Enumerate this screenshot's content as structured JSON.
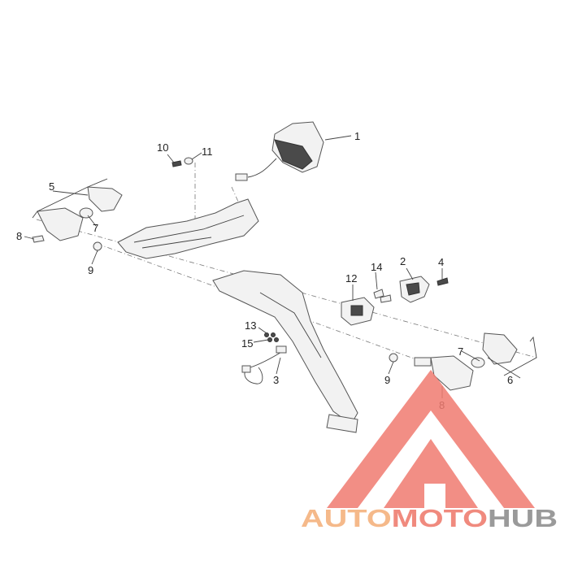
{
  "callouts": [
    {
      "id": "1",
      "label": "1"
    },
    {
      "id": "2",
      "label": "2"
    },
    {
      "id": "3",
      "label": "3"
    },
    {
      "id": "4",
      "label": "4"
    },
    {
      "id": "5",
      "label": "5"
    },
    {
      "id": "6",
      "label": "6"
    },
    {
      "id": "7a",
      "label": "7"
    },
    {
      "id": "7b",
      "label": "7"
    },
    {
      "id": "8a",
      "label": "8"
    },
    {
      "id": "8b",
      "label": "8"
    },
    {
      "id": "9a",
      "label": "9"
    },
    {
      "id": "9b",
      "label": "9"
    },
    {
      "id": "10",
      "label": "10"
    },
    {
      "id": "11",
      "label": "11"
    },
    {
      "id": "12",
      "label": "12"
    },
    {
      "id": "13",
      "label": "13"
    },
    {
      "id": "14",
      "label": "14"
    },
    {
      "id": "15",
      "label": "15"
    }
  ],
  "watermark": {
    "word_part1": "AUTO",
    "word_part2": "MOTO",
    "word_part3": "HUB",
    "color_part1": "#f5b98a",
    "color_part2": "#f08a7e",
    "color_part3": "#9a9a9a",
    "logo_color": "#f07a70"
  }
}
